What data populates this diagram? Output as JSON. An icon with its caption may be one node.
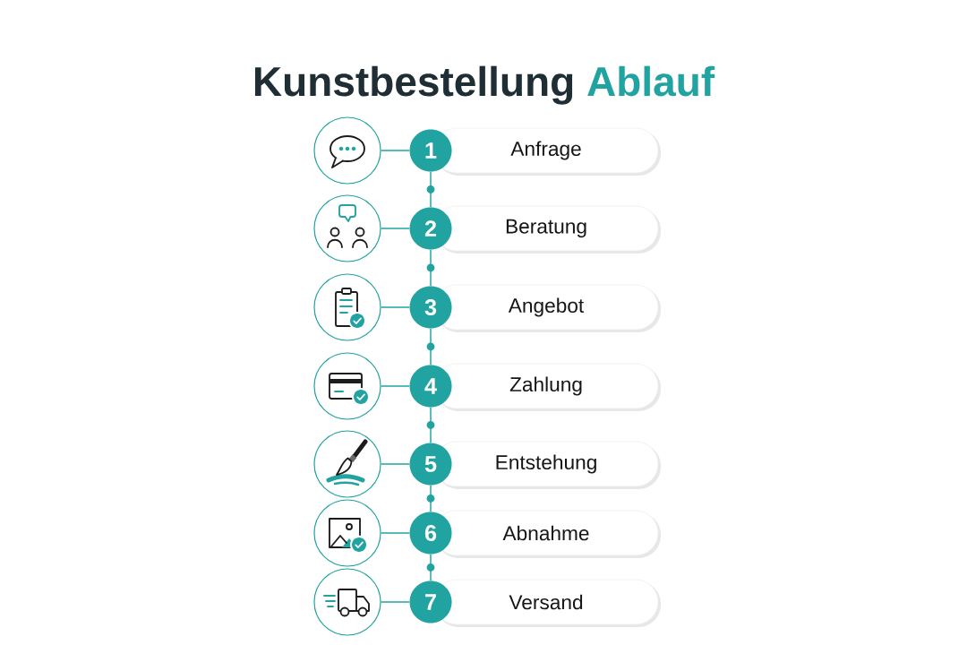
{
  "diagram": {
    "title": "Kunstbestellung Ablauf",
    "nodes": [
      {
        "text": [],
        "shape": "circle"
      },
      {
        "text": [
          "1"
        ]
      },
      {
        "text": [
          "Anfrage"
        ]
      },
      {
        "text": [],
        "shape": "circle"
      },
      {
        "text": [
          "2"
        ]
      },
      {
        "text": [
          "Beratung"
        ]
      },
      {
        "text": [],
        "shape": "circle"
      },
      {
        "text": [
          "3"
        ]
      },
      {
        "text": [
          "Angebot"
        ]
      },
      {
        "text": [],
        "shape": "circle"
      },
      {
        "text": [
          "4"
        ]
      },
      {
        "text": [
          "Zahlung"
        ]
      },
      {
        "text": [],
        "shape": "circle"
      },
      {
        "text": [
          "5"
        ]
      },
      {
        "text": [
          "Entstehung"
        ]
      },
      {
        "text": [],
        "shape": "circle"
      },
      {
        "text": [
          "6"
        ]
      },
      {
        "text": [
          "Abnahme"
        ]
      },
      {
        "text": [],
        "shape": "circle"
      },
      {
        "text": [
          "7"
        ]
      },
      {
        "text": [
          "Versand"
        ]
      }
    ],
    "edges": [
      {
        "from": 0,
        "to": 1,
        "arrow": "none"
      },
      {
        "from": 1,
        "to": 4,
        "arrow": "none"
      },
      {
        "from": 3,
        "to": 4,
        "arrow": "none"
      },
      {
        "from": 4,
        "to": 7,
        "arrow": "none"
      },
      {
        "from": 6,
        "to": 7,
        "arrow": "none"
      },
      {
        "from": 7,
        "to": 10,
        "arrow": "none"
      },
      {
        "from": 9,
        "to": 10,
        "arrow": "none"
      },
      {
        "from": 10,
        "to": 13,
        "arrow": "none"
      },
      {
        "from": 12,
        "to": 13,
        "arrow": "none"
      },
      {
        "from": 13,
        "to": 16,
        "arrow": "none"
      },
      {
        "from": 15,
        "to": 16,
        "arrow": "none"
      },
      {
        "from": 16,
        "to": 19,
        "arrow": "none"
      },
      {
        "from": 18,
        "to": 19,
        "arrow": "none"
      }
    ]
  }
}
